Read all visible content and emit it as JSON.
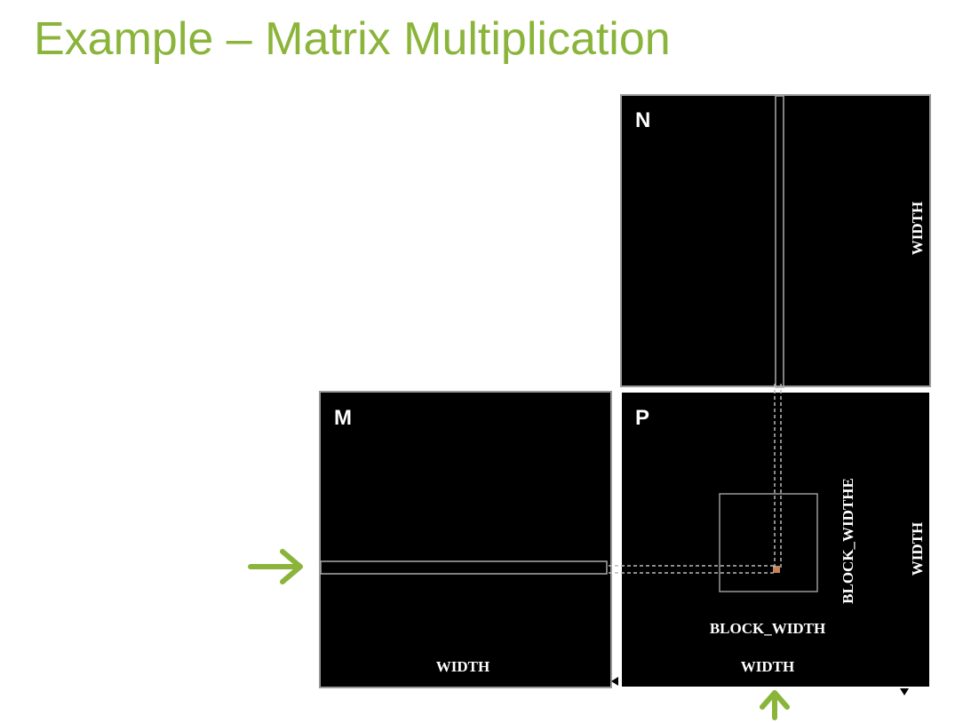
{
  "slide": {
    "title": "Example – Matrix Multiplication"
  },
  "colors": {
    "title": "#8ab43a",
    "arrow": "#8ab43a",
    "matrix_fill": "#000000",
    "matrix_border": "#999999",
    "element_highlight": "#c8825a"
  },
  "matrices": {
    "N": {
      "label": "N",
      "width_label": "WIDTH"
    },
    "M": {
      "label": "M",
      "width_label": "WIDTH"
    },
    "P": {
      "label": "P",
      "width_label": "WIDTH",
      "height_label": "WIDTH"
    }
  },
  "block": {
    "width_label": "BLOCK_WIDTH",
    "height_label": "BLOCK_WIDTHE"
  },
  "icons": [
    "row-arrow-icon",
    "column-arrow-icon"
  ]
}
